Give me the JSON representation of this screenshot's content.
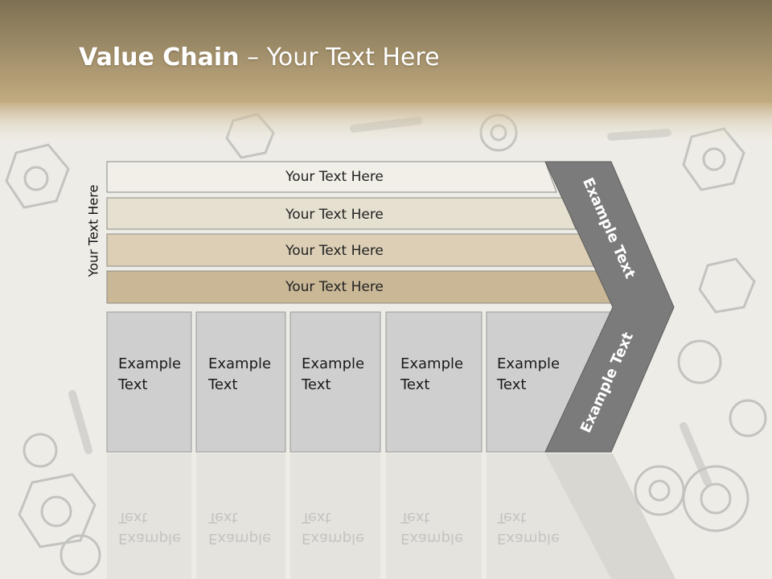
{
  "slide": {
    "title_bold": "Value Chain",
    "title_rest": " – Your Text Here",
    "side_label": "Your Text Here"
  },
  "bars": [
    {
      "label": "Your Text Here",
      "color": "#f1efe8"
    },
    {
      "label": "Your Text Here",
      "color": "#e6e0d0"
    },
    {
      "label": "Your Text Here",
      "color": "#dccfb6"
    },
    {
      "label": "Your Text Here",
      "color": "#c9b796"
    }
  ],
  "boxes": [
    {
      "line1": "Example",
      "line2": "Text"
    },
    {
      "line1": "Example",
      "line2": "Text"
    },
    {
      "line1": "Example",
      "line2": "Text"
    },
    {
      "line1": "Example",
      "line2": "Text"
    },
    {
      "line1": "Example",
      "line2": "Text"
    }
  ],
  "chevron": {
    "upper_label": "Example Text",
    "lower_label": "Example Text",
    "color": "#7b7b7b"
  },
  "colors": {
    "header_top": "#7d7053",
    "header_bottom": "#c9b48c",
    "box_fill": "#cfcfcf",
    "box_border": "#9a9a9a"
  }
}
